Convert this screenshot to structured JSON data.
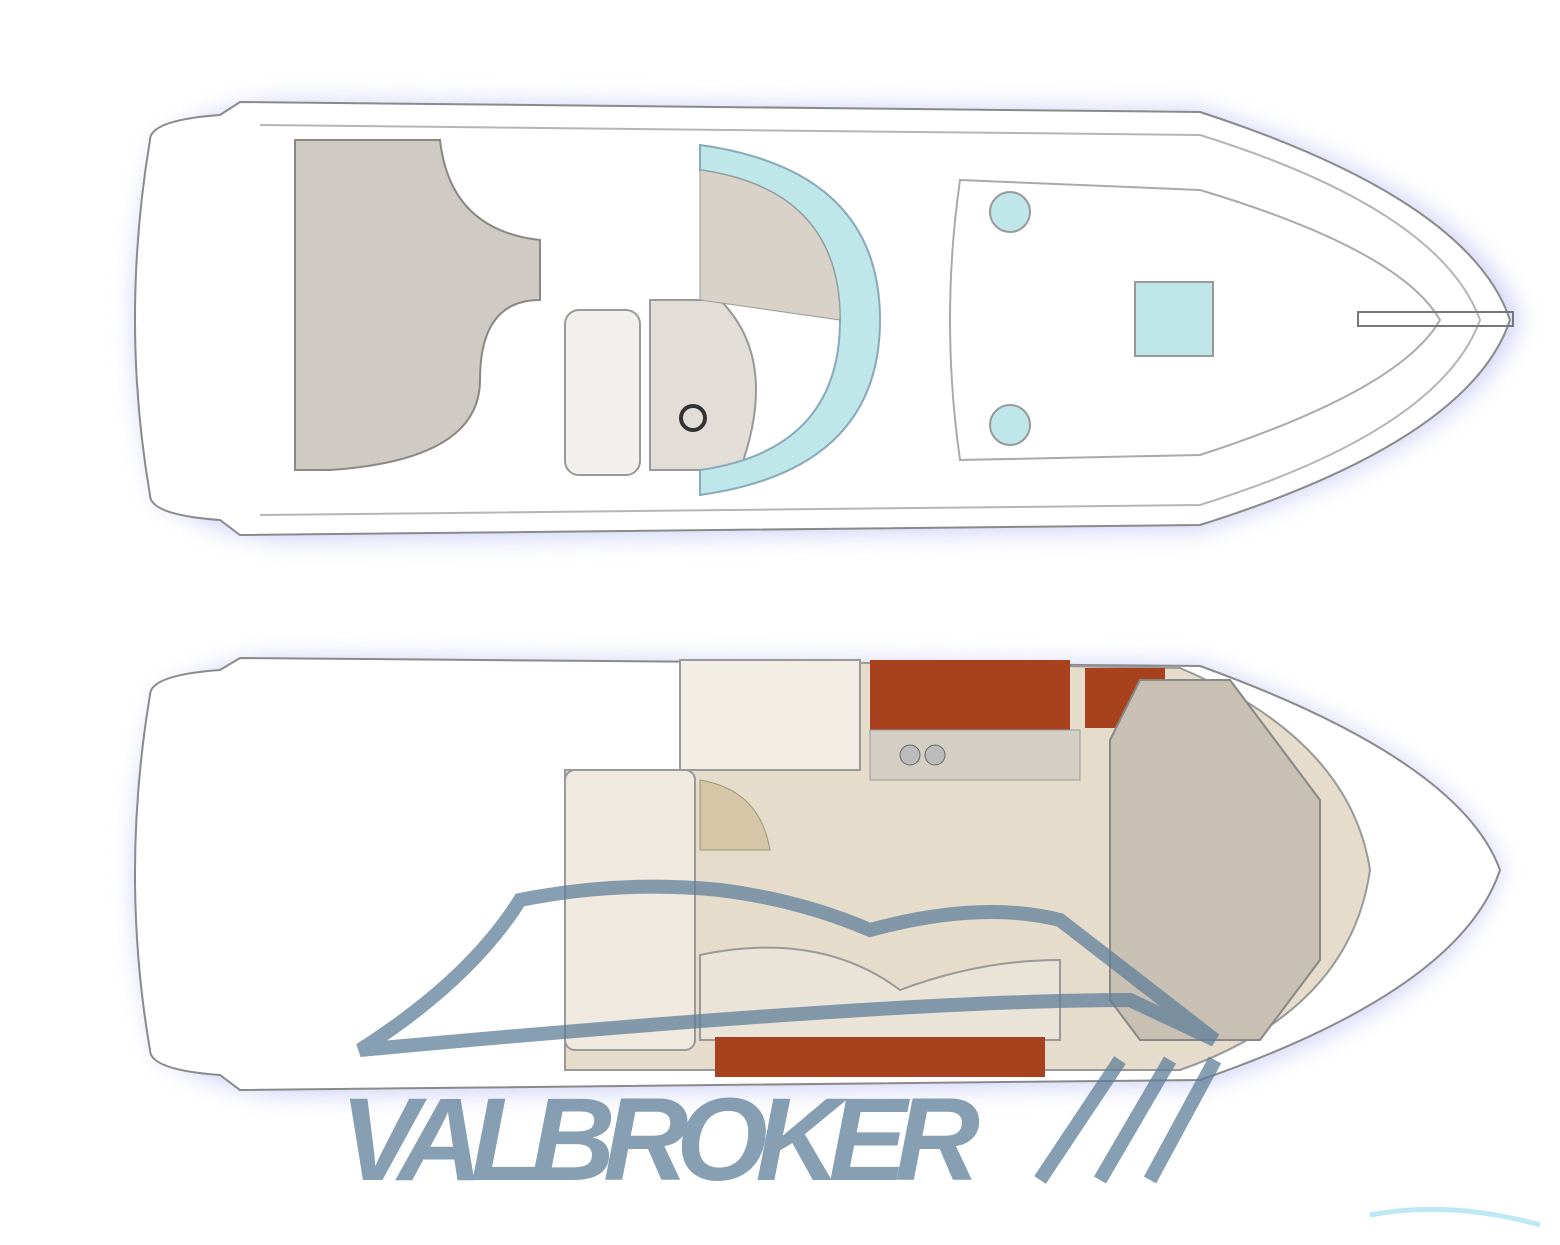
{
  "diagram": {
    "views": [
      {
        "id": "deck-plan"
      },
      {
        "id": "cabin-plan"
      }
    ],
    "colors": {
      "hull_outline": "#8a8a8a",
      "hull_glow": "#a9aef0",
      "upholstery": "#cfcac4",
      "windshield": "#bfe6e8",
      "wood": "#a8421e",
      "cabin_floor": "#e6dccb",
      "watermark": "#5f7f99"
    }
  },
  "watermark": {
    "text": "VALBROKER"
  }
}
